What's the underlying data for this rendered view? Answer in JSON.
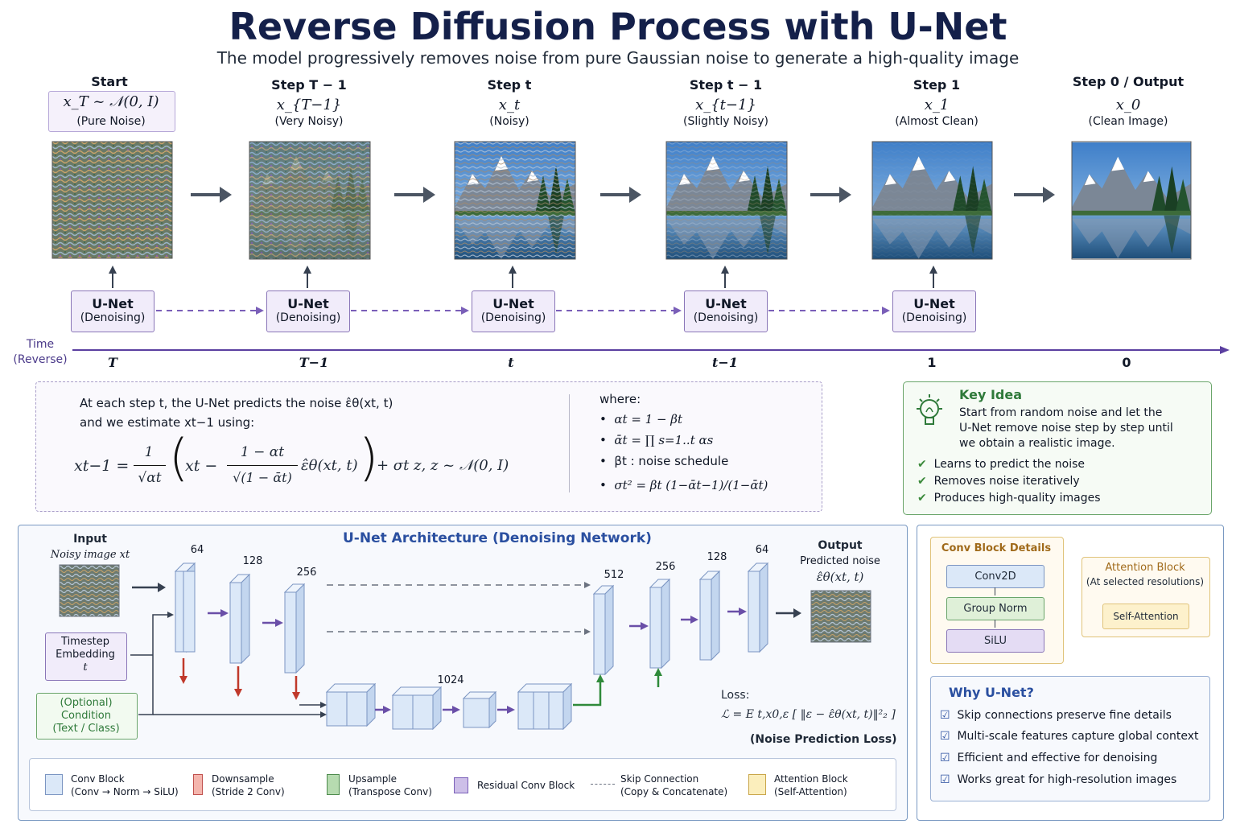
{
  "header": {
    "title": "Reverse Diffusion Process with U-Net",
    "subtitle": "The model progressively removes noise from pure Gaussian noise to generate a high-quality image"
  },
  "steps": [
    {
      "label": "Start",
      "var": "x_T ~ 𝒩(0, I)",
      "desc": "(Pure Noise)",
      "noise": 1.0
    },
    {
      "label": "Step T − 1",
      "var": "x_{T−1}",
      "desc": "(Very Noisy)",
      "noise": 0.8
    },
    {
      "label": "Step t",
      "var": "x_t",
      "desc": "(Noisy)",
      "noise": 0.55
    },
    {
      "label": "Step t − 1",
      "var": "x_{t−1}",
      "desc": "(Slightly Noisy)",
      "noise": 0.3
    },
    {
      "label": "Step 1",
      "var": "x_1",
      "desc": "(Almost Clean)",
      "noise": 0.05
    },
    {
      "label": "Step 0 / Output",
      "var": "x_0",
      "desc": "(Clean Image)",
      "noise": 0.0
    }
  ],
  "unet_box": {
    "title": "U-Net",
    "sub": "(Denoising)"
  },
  "timeline": {
    "label": "Time",
    "sub": "(Reverse)",
    "ticks": [
      "T",
      "T−1",
      "t",
      "t−1",
      "1",
      "0"
    ]
  },
  "formula": {
    "line1": "At each step t, the U-Net predicts the noise ε̂θ(xt, t)",
    "line2": "and we estimate xt−1 using:",
    "lhs": "xt−1 =",
    "frac1_num": "1",
    "frac1_den": "√αt",
    "term_x": "xt −",
    "frac2_num": "1 − αt",
    "frac2_den": "√(1 − ᾱt)",
    "eps": "ε̂θ(xt, t)",
    "tail": "+ σt z, z ~ 𝒩(0, I)",
    "where": "where:",
    "defs": [
      "αt = 1 − βt",
      "ᾱt = ∏ s=1..t αs",
      "βt : noise schedule",
      "σt² = βt (1−ᾱt−1)/(1−ᾱt)"
    ]
  },
  "key_idea": {
    "title": "Key Idea",
    "text": [
      "Start from random noise and let the",
      "U-Net remove noise step by step until",
      "we obtain a realistic image."
    ],
    "points": [
      "Learns to predict the noise",
      "Removes noise iteratively",
      "Produces high-quality images"
    ]
  },
  "unet_arch": {
    "title": "U-Net Architecture",
    "title_sub": "(Denoising Network)",
    "input_label": "Input",
    "input_sub": "Noisy image xt",
    "timestep": [
      "Timestep",
      "Embedding",
      "t"
    ],
    "condition": [
      "(Optional)",
      "Condition",
      "(Text / Class)"
    ],
    "enc_channels": [
      "64",
      "128",
      "256"
    ],
    "bottleneck": "1024",
    "dec_channels": [
      "512",
      "256",
      "128",
      "64"
    ],
    "output_label": "Output",
    "output_sub": "Predicted noise",
    "output_var": "ε̂θ(xt, t)",
    "loss_label": "Loss:",
    "loss_formula": "ℒ = E t,x0,ε [ ‖ε − ε̂θ(xt, t)‖²₂ ]",
    "loss_note": "(Noise Prediction Loss)"
  },
  "legend": [
    {
      "name": "Conv Block",
      "sub": "(Conv → Norm → SiLU)",
      "color": "#dbe8f8",
      "border": "#7b95c2"
    },
    {
      "name": "Downsample",
      "sub": "(Stride 2 Conv)",
      "color": "#f4b5ad",
      "border": "#c0504d"
    },
    {
      "name": "Upsample",
      "sub": "(Transpose Conv)",
      "color": "#b6dbb0",
      "border": "#4d8a4d"
    },
    {
      "name": "Residual Conv Block",
      "sub": "",
      "color": "#cdbfe8",
      "border": "#7a5fb8"
    },
    {
      "name": "Skip Connection",
      "sub": "(Copy & Concatenate)",
      "color": "",
      "border": ""
    },
    {
      "name": "Attention Block",
      "sub": "(Self-Attention)",
      "color": "#fbeebc",
      "border": "#c9a64a"
    }
  ],
  "conv_details": {
    "title": "Conv Block Details",
    "items": [
      "Conv2D",
      "Group Norm",
      "SiLU"
    ]
  },
  "attention": {
    "title": "Attention Block",
    "sub": "(At selected resolutions)",
    "item": "Self-Attention"
  },
  "why_unet": {
    "title": "Why U-Net?",
    "points": [
      "Skip connections preserve fine details",
      "Multi-scale features capture global context",
      "Efficient and effective for denoising",
      "Works great for high-resolution images"
    ]
  },
  "colors": {
    "title": "#14204a",
    "purple": "#6a4fa8",
    "green": "#2f8a3a",
    "red": "#c0392b",
    "blue": "#2a4fa0"
  }
}
